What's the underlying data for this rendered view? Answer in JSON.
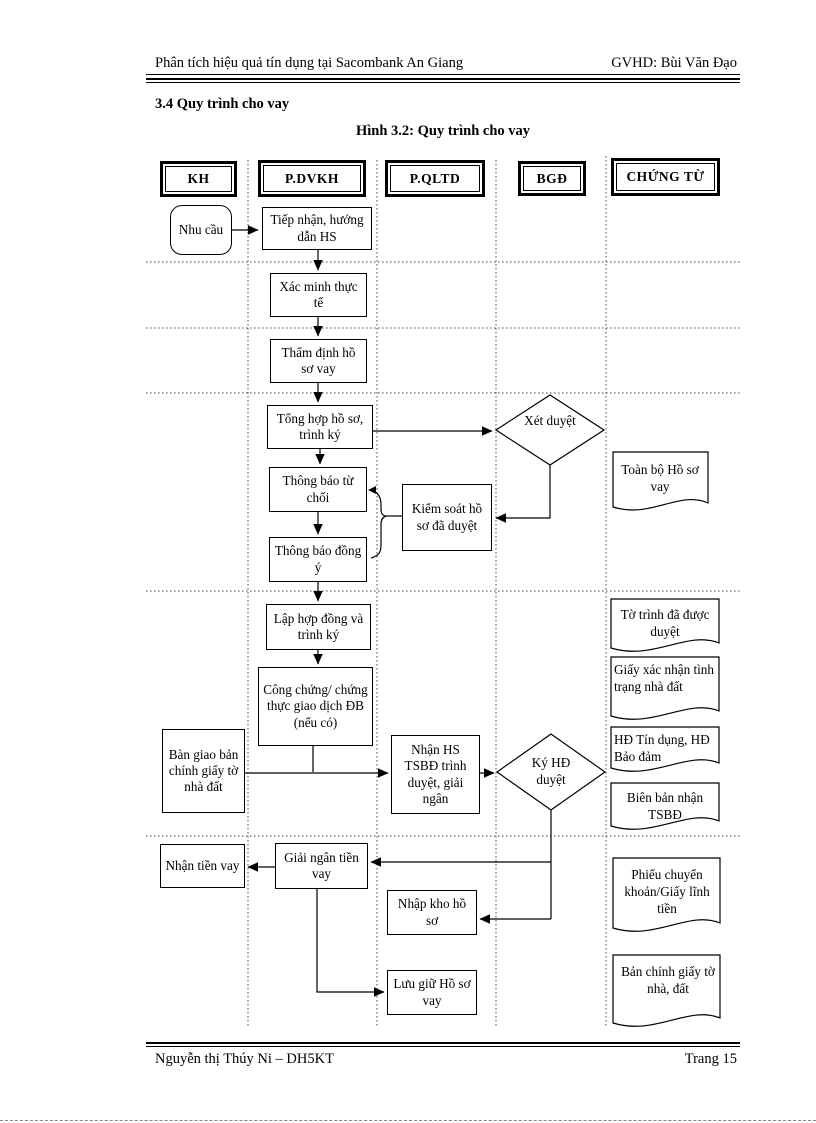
{
  "page": {
    "header": {
      "left": "Phân tích hiệu quả tín dụng tại Sacombank An Giang",
      "right": "GVHD: Bùi Văn Đạo"
    },
    "section_title": "3.4 Quy trình cho vay",
    "figure_caption": "Hình 3.2: Quy trình cho vay",
    "footer": {
      "left": "Nguyễn thị Thúy Ni – DH5KT",
      "right": "Trang 15"
    }
  },
  "diagram": {
    "lanes": [
      "KH",
      "P.DVKH",
      "P.QLTD",
      "BGĐ",
      "CHỨNG TỪ"
    ],
    "nodes": {
      "nhu_cau": "Nhu cầu",
      "tiep_nhan": "Tiếp nhận, hướng dẫn HS",
      "xac_minh": "Xác minh thực tế",
      "tham_dinh": "Thẩm định hồ sơ vay",
      "tong_hop": "Tổng hợp hồ sơ, trình ký",
      "xet_duyet": "Xét duyệt",
      "toan_bo": "Toàn bộ Hồ sơ vay",
      "tb_tu_choi": "Thông báo từ chối",
      "kiem_soat": "Kiểm soát hồ sơ đã duyệt",
      "tb_dong_y": "Thông báo đồng ý",
      "lap_hd": "Lập hợp đồng và trình ký",
      "to_trinh": "Tờ trình đã được duyệt",
      "giay_xac_nhan": "Giấy xác nhận tình trạng nhà đất",
      "cong_chung": "Công chứng/ chứng thực giao dịch ĐB (nếu có)",
      "ban_giao": "Bàn giao bản chính giấy tờ nhà đất",
      "nhan_hs": "Nhận HS TSBĐ trình duyệt, giải ngân",
      "ky_hd": "Ký HĐ duyệt",
      "hd_tin_dung": "HĐ Tín dụng, HĐ Bảo đảm",
      "bien_ban": "Biên bản nhận TSBĐ",
      "nhan_tien": "Nhận tiền vay",
      "giai_ngan": "Giải ngân tiền vay",
      "nhap_kho": "Nhập kho hồ sơ",
      "phieu_ck": "Phiếu chuyển khoản/Giấy lĩnh tiền",
      "luu_giu": "Lưu giữ Hồ sơ vay",
      "ban_chinh": "Bản chính giấy tờ nhà, đất"
    },
    "line_color": "#000000",
    "dotted_color": "#444444"
  }
}
